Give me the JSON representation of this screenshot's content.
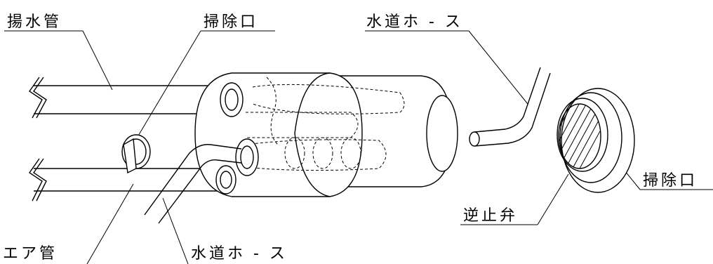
{
  "labels": {
    "intake_pipe": "揚水管",
    "cleanout_top": "掃除口",
    "water_hose_top": "水道ホ - ス",
    "air_pipe": "エア管",
    "water_hose_bottom": "水道ホ - ス",
    "check_valve": "逆止弁",
    "cleanout_right": "掃除口"
  }
}
